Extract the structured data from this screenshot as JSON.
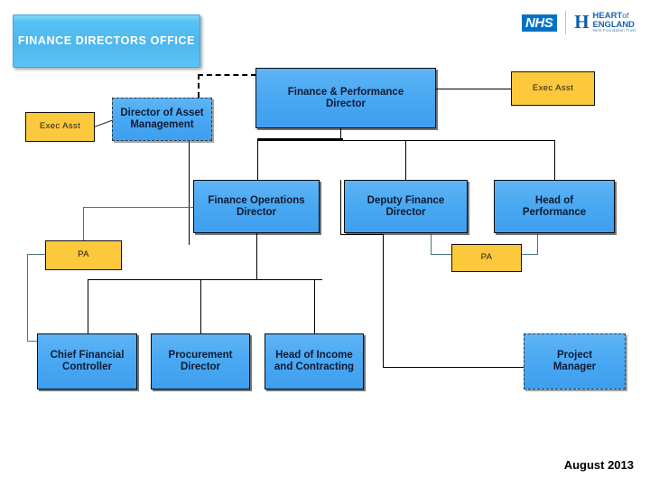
{
  "chart_title": "FINANCE DIRECTORS OFFICE",
  "header": {
    "title_line1": "FINANCE DIRECTORS",
    "title_line2": "OFFICE",
    "logo": {
      "nhs_mark": "NHS",
      "trust_line1_strong": "HEART",
      "trust_line1_light": "of",
      "trust_line2": "ENGLAND",
      "trust_line3": "NHS Foundation Trust"
    }
  },
  "footer": {
    "date": "August 2013"
  },
  "nodes": {
    "exec_asst_left": "Exec Asst",
    "director_asset_management": "Director of Asset Management",
    "finance_performance_director_l1": "Finance & Performance",
    "finance_performance_director_l2": "Director",
    "exec_asst_right": "Exec Asst",
    "finance_operations_director_l1": "Finance Operations",
    "finance_operations_director_l2": "Director",
    "deputy_finance_director_l1": "Deputy Finance",
    "deputy_finance_director_l2": "Director",
    "head_of_performance_l1": "Head of",
    "head_of_performance_l2": "Performance",
    "pa_left": "PA",
    "pa_right": "PA",
    "chief_financial_controller_l1": "Chief Financial",
    "chief_financial_controller_l2": "Controller",
    "procurement_director_l1": "Procurement",
    "procurement_director_l2": "Director",
    "head_income_contracting_l1": "Head of Income",
    "head_income_contracting_l2": "and Contracting",
    "project_manager_l1": "Project",
    "project_manager_l2": "Manager"
  },
  "colors": {
    "box_blue": "#4aa9f2",
    "box_yellow": "#fcc83c",
    "title_blue": "#56c3f2",
    "nhs_blue": "#0072c6",
    "connector": "#000000",
    "connector_teal": "#4a7480"
  }
}
